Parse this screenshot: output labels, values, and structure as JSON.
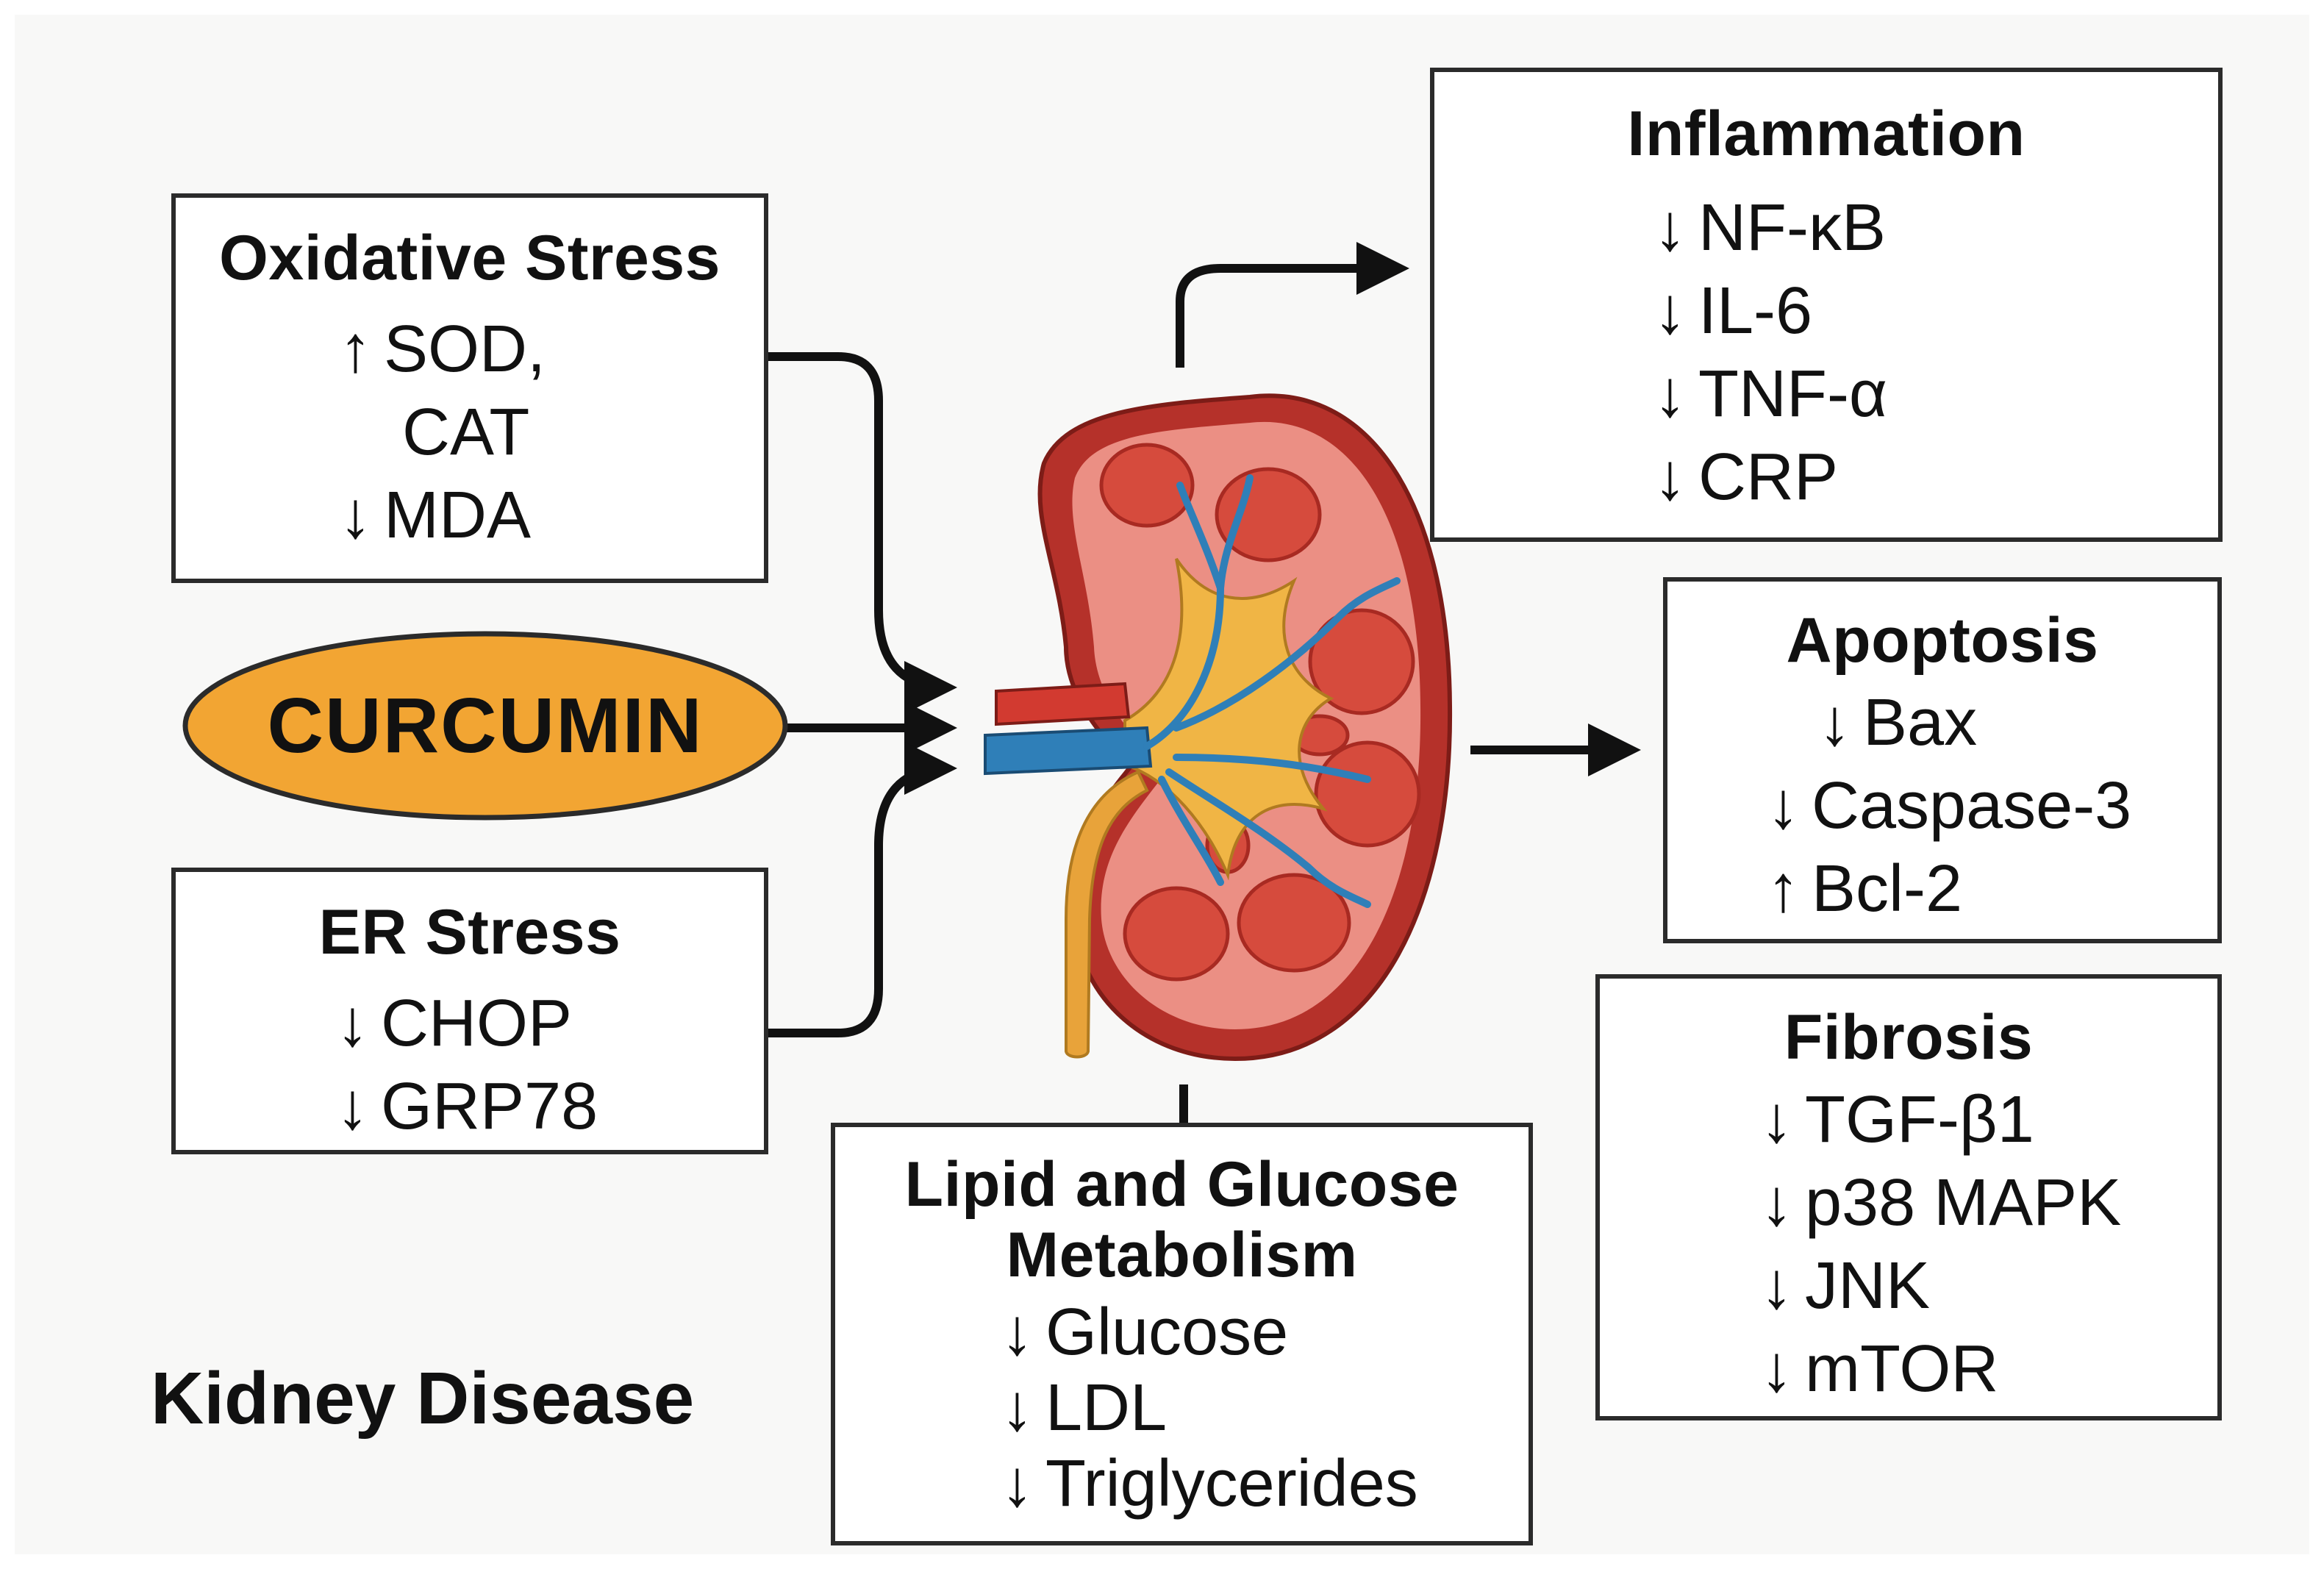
{
  "center": {
    "label": "CURCUMIN",
    "color": "#f2a533"
  },
  "page_title": "Kidney Disease",
  "boxes": {
    "oxidative": {
      "title": "Oxidative Stress",
      "items": [
        {
          "dir": "↑",
          "text": "SOD,"
        },
        {
          "dir": "",
          "text": "CAT"
        },
        {
          "dir": "↓",
          "text": "MDA"
        }
      ]
    },
    "er": {
      "title": "ER Stress",
      "items": [
        {
          "dir": "↓",
          "text": "CHOP"
        },
        {
          "dir": "↓",
          "text": "GRP78"
        }
      ]
    },
    "inflammation": {
      "title": "Inflammation",
      "items": [
        {
          "dir": "↓",
          "text": "NF-κB"
        },
        {
          "dir": "↓",
          "text": "IL-6"
        },
        {
          "dir": "↓",
          "text": "TNF-α"
        },
        {
          "dir": "↓",
          "text": "CRP"
        }
      ]
    },
    "apoptosis": {
      "title": "Apoptosis",
      "items": [
        {
          "dir": "↓",
          "text": "Bax"
        },
        {
          "dir": "↓",
          "text": "Caspase-3"
        },
        {
          "dir": "↑",
          "text": "Bcl-2"
        }
      ]
    },
    "fibrosis": {
      "title": "Fibrosis",
      "items": [
        {
          "dir": "↓",
          "text": "TGF-β1"
        },
        {
          "dir": "↓",
          "text": "p38 MAPK"
        },
        {
          "dir": "↓",
          "text": "JNK"
        },
        {
          "dir": "↓",
          "text": "mTOR"
        }
      ]
    },
    "metabolism": {
      "title_line1": "Lipid and Glucose",
      "title_line2": "Metabolism",
      "items": [
        {
          "dir": "↓",
          "text": "Glucose"
        },
        {
          "dir": "↓",
          "text": "LDL"
        },
        {
          "dir": "↓",
          "text": "Triglycerides"
        }
      ]
    }
  },
  "colors": {
    "kidney_outer": "#b5312a",
    "kidney_cortex": "#eb8f84",
    "pyramids": "#d64b3d",
    "pelvis": "#f0b545",
    "vessels_blue": "#2f7fb8",
    "artery_red": "#d23a30",
    "ureter": "#e8a33a"
  }
}
